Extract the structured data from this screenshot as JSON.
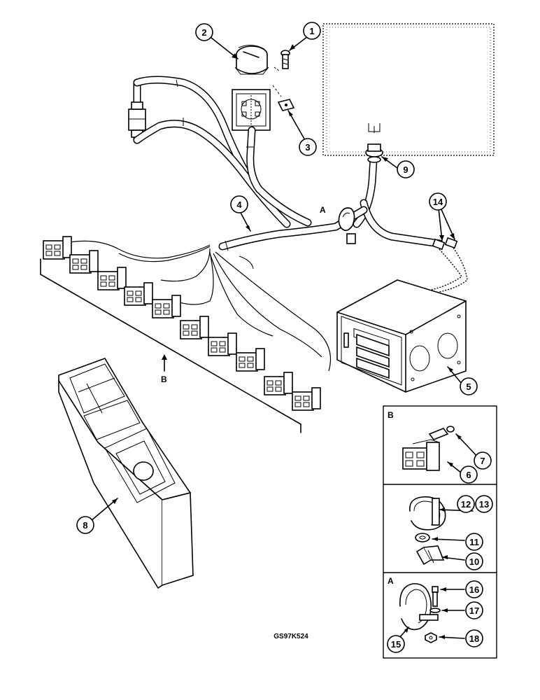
{
  "callouts": [
    {
      "id": "c1",
      "label": "1"
    },
    {
      "id": "c2",
      "label": "2"
    },
    {
      "id": "c3",
      "label": "3"
    },
    {
      "id": "c4",
      "label": "4"
    },
    {
      "id": "c5",
      "label": "5"
    },
    {
      "id": "c6",
      "label": "6"
    },
    {
      "id": "c7",
      "label": "7"
    },
    {
      "id": "c8",
      "label": "8"
    },
    {
      "id": "c9",
      "label": "9"
    },
    {
      "id": "c10",
      "label": "10"
    },
    {
      "id": "c11",
      "label": "11"
    },
    {
      "id": "c12",
      "label": "12"
    },
    {
      "id": "c13",
      "label": "13"
    },
    {
      "id": "c14",
      "label": "14"
    },
    {
      "id": "c15",
      "label": "15"
    },
    {
      "id": "c16",
      "label": "16"
    },
    {
      "id": "c17",
      "label": "17"
    },
    {
      "id": "c18",
      "label": "18"
    }
  ],
  "view_labels": {
    "a_main": "A",
    "b_main": "B",
    "b_inset": "B",
    "a_inset": "A"
  },
  "drawing_code": "GS97K524"
}
